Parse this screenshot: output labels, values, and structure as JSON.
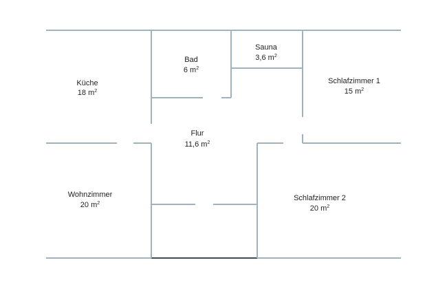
{
  "rooms": [
    {
      "id": "kueche",
      "name": "Küche",
      "area": "18",
      "unit": "m",
      "exp": "2"
    },
    {
      "id": "bad",
      "name": "Bad",
      "area": "6",
      "unit": "m",
      "exp": "2"
    },
    {
      "id": "sauna",
      "name": "Sauna",
      "area": "3,6",
      "unit": "m",
      "exp": "2"
    },
    {
      "id": "schlafzimmer-1",
      "name": "Schlafzimmer 1",
      "area": "15",
      "unit": "m",
      "exp": "2"
    },
    {
      "id": "flur",
      "name": "Flur",
      "area": "11,6",
      "unit": "m",
      "exp": "2"
    },
    {
      "id": "wohnzimmer",
      "name": "Wohnzimmer",
      "area": "20",
      "unit": "m",
      "exp": "2"
    },
    {
      "id": "schlafzimmer-2",
      "name": "Schlafzimmer 2",
      "area": "20",
      "unit": "m",
      "exp": "2"
    }
  ],
  "colors": {
    "wall": "#9fb3bf",
    "wall_dark": "#3f4a52",
    "text": "#222222",
    "background": "#ffffff"
  }
}
